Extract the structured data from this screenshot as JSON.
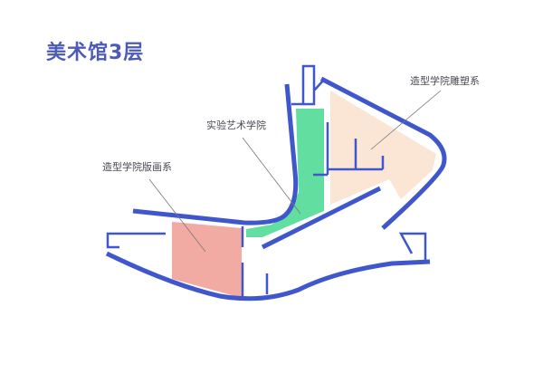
{
  "title": "美术馆3层",
  "rooms": [
    {
      "label": "造型学院版画系",
      "color": "#f2aba3"
    },
    {
      "label": "实验艺术学院",
      "color": "#62dea0"
    },
    {
      "label": "造型学院雕塑系",
      "color": "#fbe6d6"
    }
  ],
  "wall_color": "#4056cc"
}
